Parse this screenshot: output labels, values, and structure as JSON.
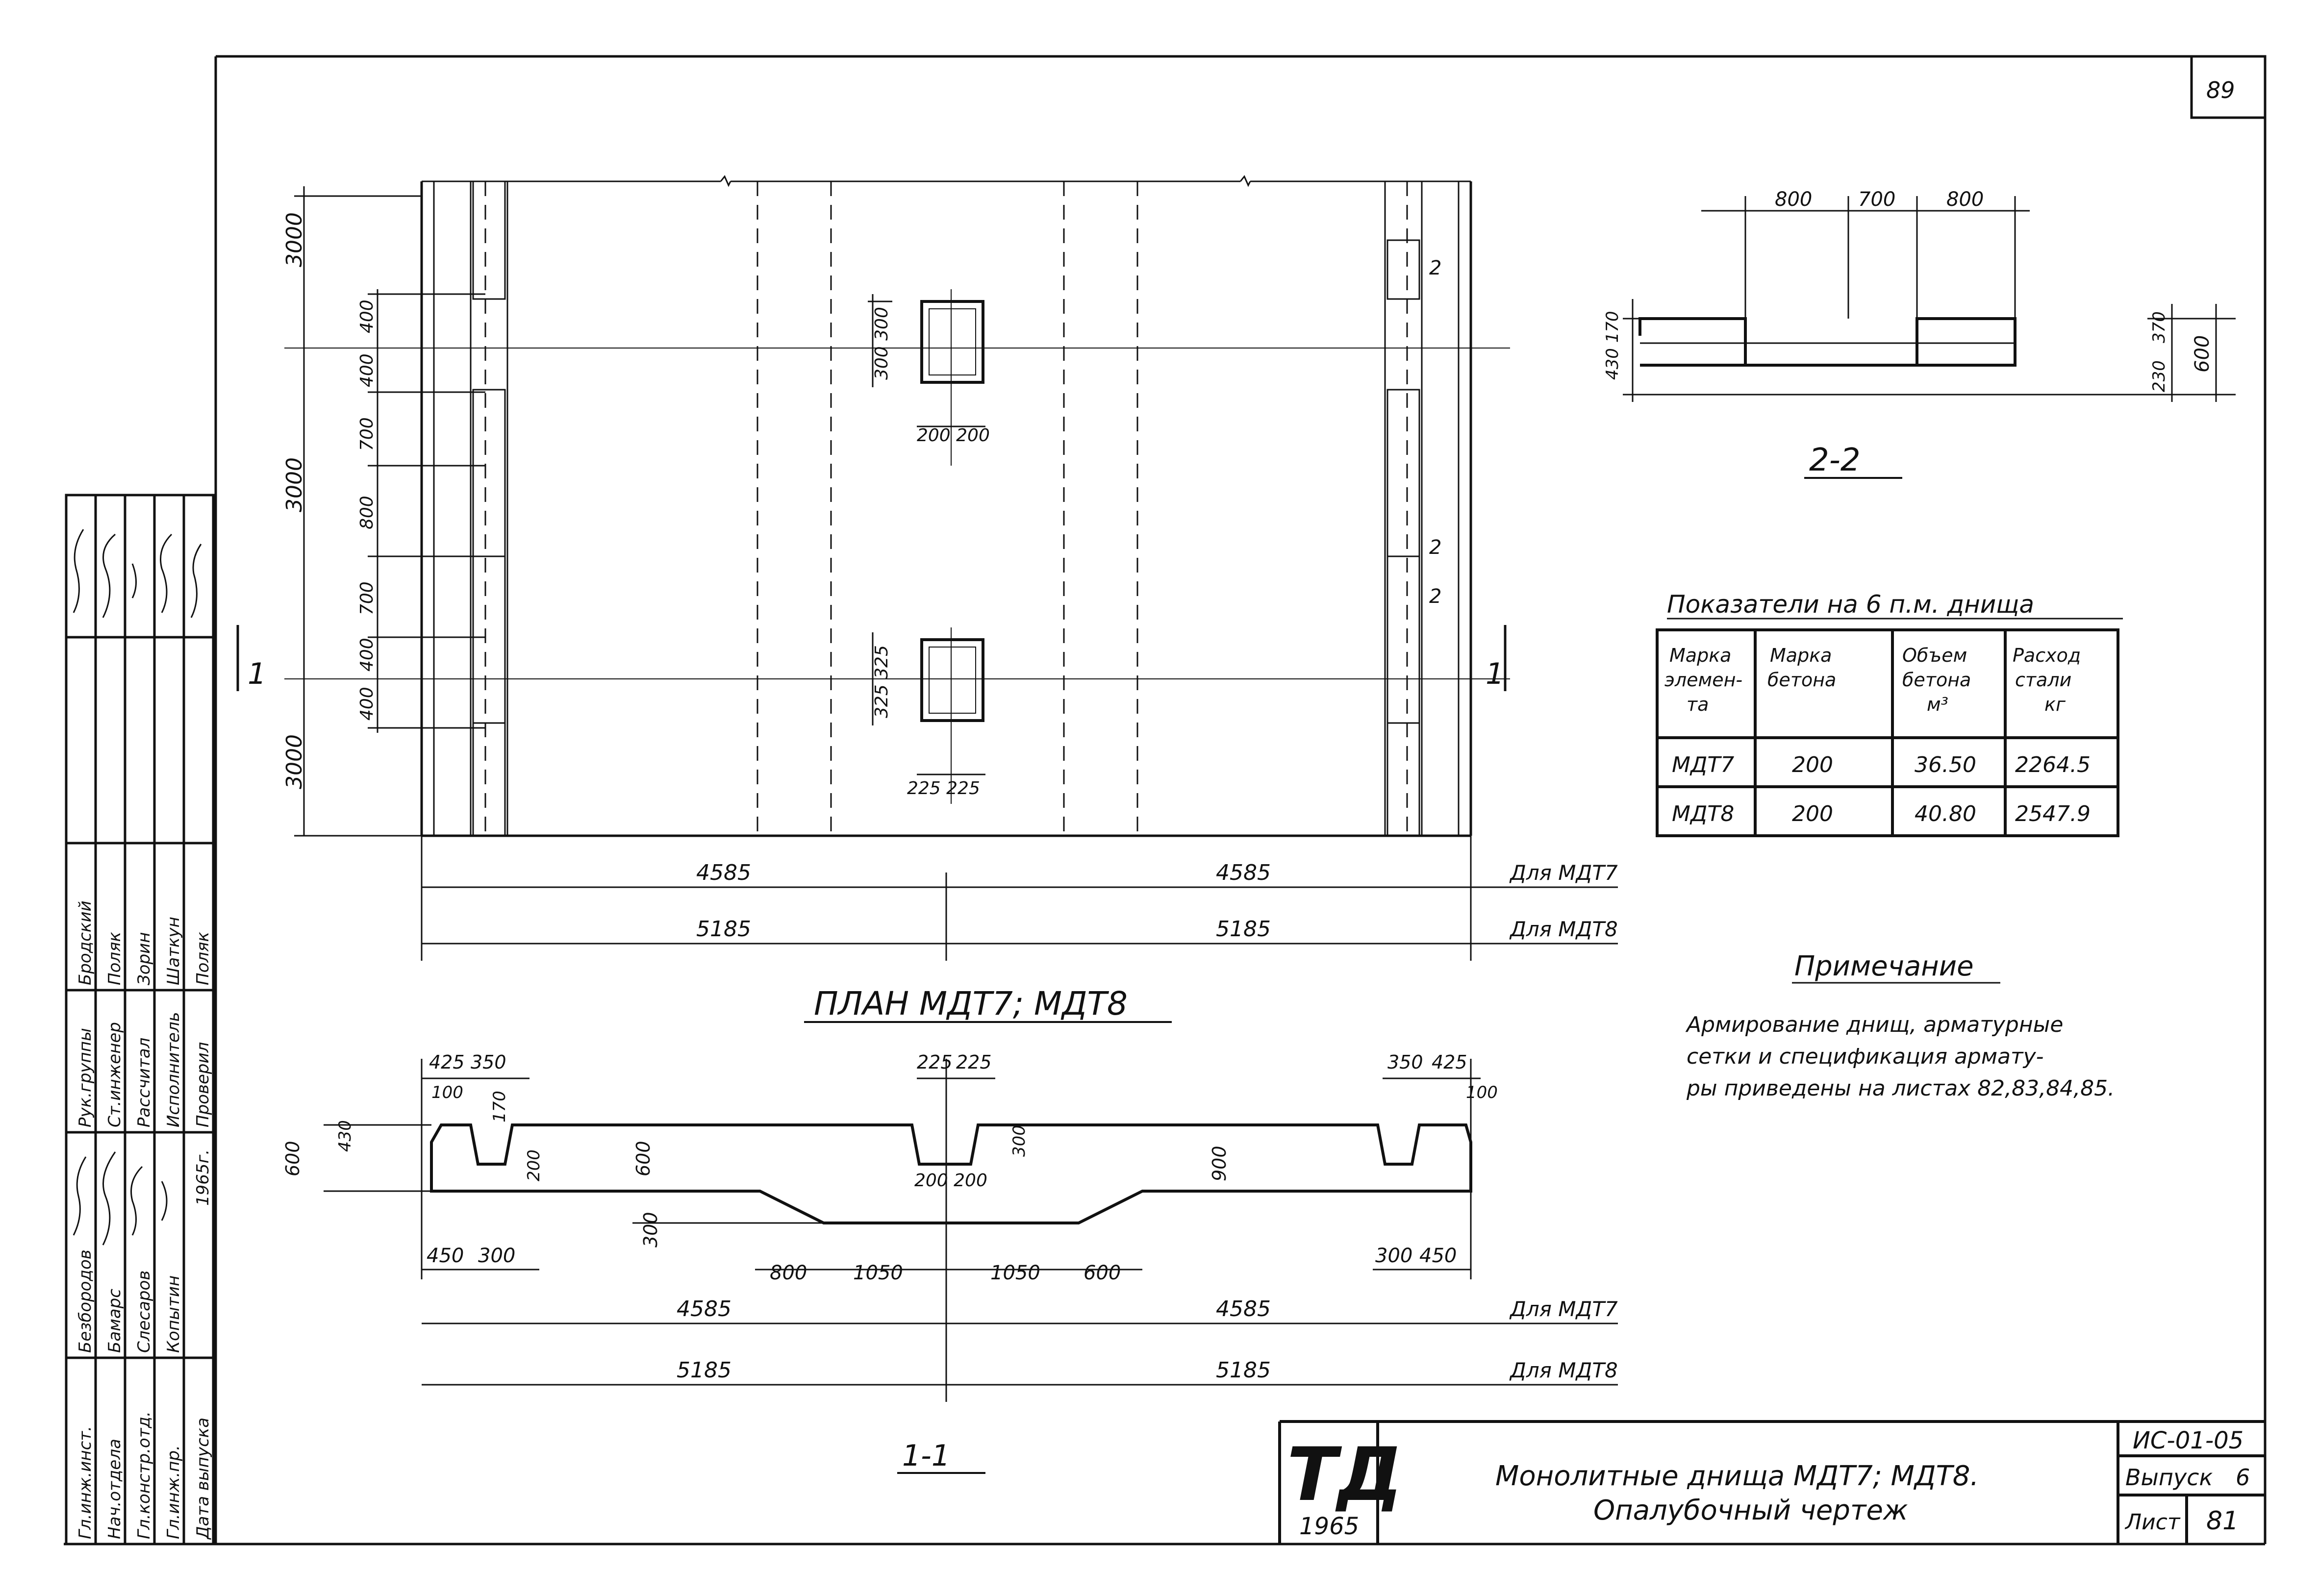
{
  "page_number": "89",
  "plan": {
    "title": "ПЛАН МДТ7; МДТ8",
    "left_dims": [
      "3000",
      "3000",
      "3000"
    ],
    "offset_dims": [
      "400",
      "400",
      "700",
      "800",
      "700",
      "400",
      "400"
    ],
    "cutout_dims": {
      "upper_v": "300 300",
      "upper_h": "200 200",
      "lower_v": "325 325",
      "lower_h": "225 225"
    },
    "section_marks": {
      "one": "1",
      "two": "2"
    },
    "bottom_dims": {
      "mdt7": [
        "4585",
        "4585"
      ],
      "mdt8": [
        "5185",
        "5185"
      ]
    },
    "for_mdt7": "Для МДТ7",
    "for_mdt8": "Для МДТ8"
  },
  "section_11": {
    "title": "1-1",
    "top_dims_left": [
      "425",
      "350"
    ],
    "top_dims_center": [
      "225",
      "225"
    ],
    "top_dims_right": [
      "350",
      "425"
    ],
    "left_small": [
      "100",
      "170",
      "430",
      "600",
      "200"
    ],
    "center_labels": [
      "600",
      "300",
      "200 200",
      "900",
      "300"
    ],
    "right_small": [
      "100"
    ],
    "bottom_dims": [
      "450",
      "300",
      "800",
      "1050",
      "1050",
      "600",
      "300",
      "450"
    ],
    "total_mdt7": [
      "4585",
      "4585"
    ],
    "total_mdt8": [
      "5185",
      "5185"
    ],
    "for_mdt7": "Для МДТ7",
    "for_mdt8": "Для МДТ8"
  },
  "section_22": {
    "title": "2-2",
    "top_dims": [
      "800",
      "700",
      "800"
    ],
    "left_dims": "430 170",
    "right_dims": [
      "370",
      "230",
      "600"
    ]
  },
  "indicators": {
    "title": "Показатели на 6 п.м. днища",
    "headers": [
      "Марка элемен-та",
      "Марка бетона",
      "Объем бетона м³",
      "Расход стали кг"
    ],
    "rows": [
      [
        "МДТ7",
        "200",
        "36.50",
        "2264.5"
      ],
      [
        "МДТ8",
        "200",
        "40.80",
        "2547.9"
      ]
    ]
  },
  "note": {
    "title": "Примечание",
    "lines": [
      "Армирование днищ, арматурные",
      "сетки и спецификация армату-",
      "ры приведены на листах 82,83,84,85."
    ]
  },
  "title_block": {
    "logo": "ТД",
    "logo_year": "1965",
    "title_line1": "Монолитные днища МДТ7; МДТ8.",
    "title_line2": "Опалубочный чертеж",
    "code": "ИС-01-05",
    "issue_label": "Выпуск",
    "issue": "6",
    "sheet_label": "Лист",
    "sheet": "81"
  },
  "side_stamp": {
    "col1": [
      "Гл.инж.инст.",
      "Нач.отдела",
      "Гл.констр.отд.",
      "Гл.инж.пр.",
      "Дата выпуска"
    ],
    "col2": [
      "Безбородов",
      "Бамарс",
      "Слесаров",
      "Копытин"
    ],
    "col3": [
      "1965г."
    ],
    "col4": [
      "Рук.группы",
      "Ст.инженер",
      "Рассчитал",
      "Исполнитель",
      "Проверил"
    ],
    "col5": [
      "Бродский",
      "Поляк",
      "Зорин",
      "Шаткун",
      "Поляк"
    ]
  },
  "colors": {
    "ink": "#111111",
    "paper": "#ffffff"
  }
}
